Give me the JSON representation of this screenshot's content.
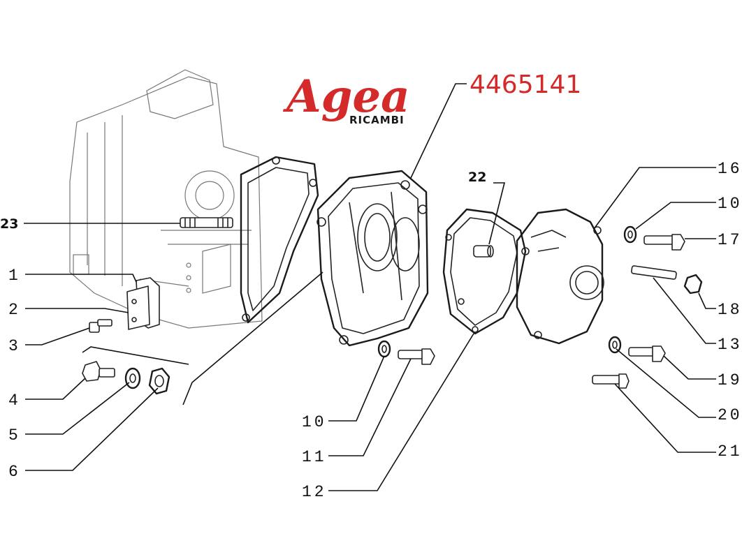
{
  "logo": {
    "brand": "Agea",
    "sub": "RICAMBI"
  },
  "part_number": "4465141",
  "callouts": {
    "c1": "1",
    "c2": "2",
    "c3": "3",
    "c4": "4",
    "c5": "5",
    "c6": "6",
    "c10a": "10",
    "c10b": "10",
    "c11": "11",
    "c12": "12",
    "c13": "13",
    "c16": "16",
    "c17": "17",
    "c18": "18",
    "c19": "19",
    "c20": "20",
    "c21": "21",
    "c22": "22",
    "c23": "23"
  },
  "colors": {
    "brand_red": "#d42a2a",
    "line": "#111111"
  }
}
